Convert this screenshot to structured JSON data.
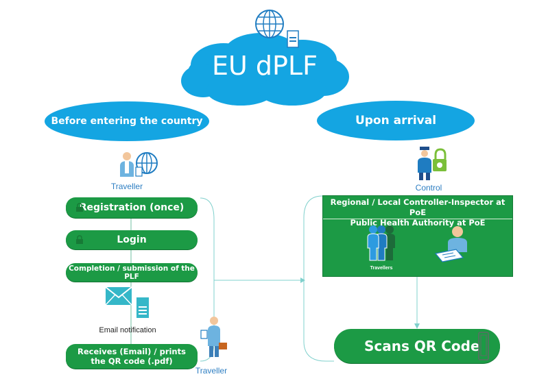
{
  "title": "EU dPLF",
  "left": {
    "header": "Before entering the country",
    "actor_top": "Traveller",
    "steps": [
      "Registration (once)",
      "Login",
      "Completion / submission of the PLF"
    ],
    "email_label": "Email notification",
    "final_step": "Receives (Email) / prints the QR code (.pdf)",
    "actor_bottom": "Traveller"
  },
  "right": {
    "header": "Upon arrival",
    "actor": "Control",
    "box_title_line1": "Regional / Local Controller-Inspector at PoE",
    "box_title_line2": "Public Health Authority at PoE",
    "travellers_label": "Travellers",
    "scan": "Scans QR Code"
  },
  "colors": {
    "blue": "#14a5e2",
    "green": "#1c9a45",
    "caption": "#2d7ec2",
    "line": "#7fd0cc"
  },
  "icons": [
    "globe-icon",
    "document-icon",
    "traveller-globe-icon",
    "police-lock-icon",
    "lock-icon",
    "envelope-icon",
    "traveller-luggage-icon",
    "travellers-group-icon",
    "inspector-desk-icon",
    "phone-icon"
  ]
}
